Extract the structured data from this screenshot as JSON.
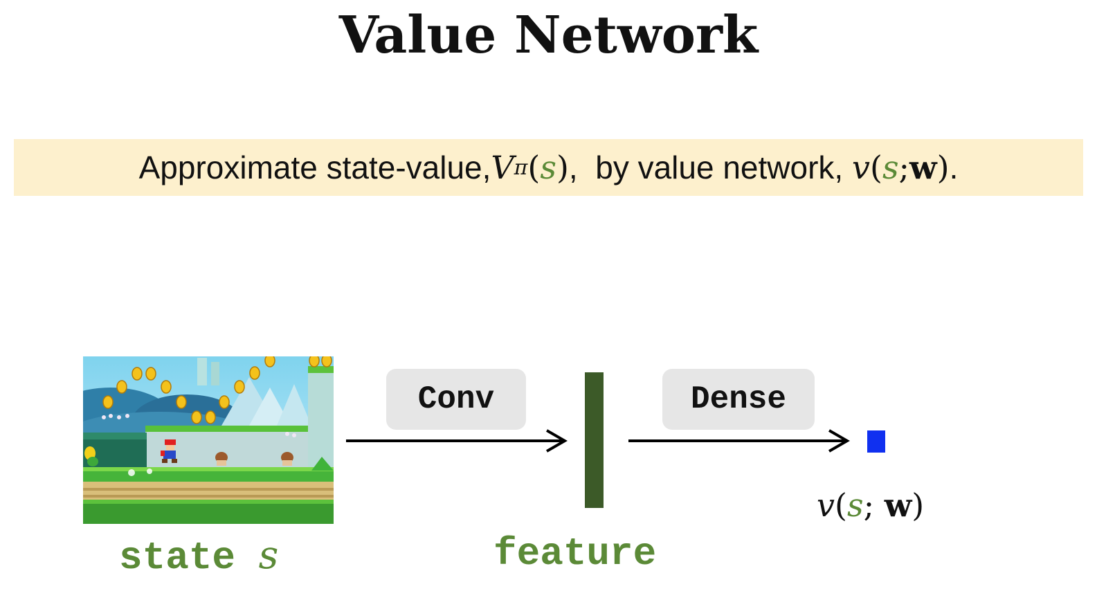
{
  "title": "Value Network",
  "banner": {
    "text_before": "Approximate state-value, ",
    "V": "V",
    "pi": "π",
    "s1": "s",
    "text_middle": ",  by value network, ",
    "v": "v",
    "s2": "s",
    "w": "w",
    "text_end": "."
  },
  "diagram": {
    "state_label": "state",
    "state_var": "s",
    "conv_label": "Conv",
    "dense_label": "Dense",
    "feature_label": "feature",
    "output": {
      "v": "v",
      "s": "s",
      "w": "w"
    }
  },
  "colors": {
    "green": "#5b8a37",
    "feature_bar": "#3c5a28",
    "output_square": "#1030f0",
    "banner_bg": "#fdf0cd",
    "layer_box_bg": "#e6e6e6"
  },
  "icons": {
    "state_image": "mario-game-screenshot"
  }
}
